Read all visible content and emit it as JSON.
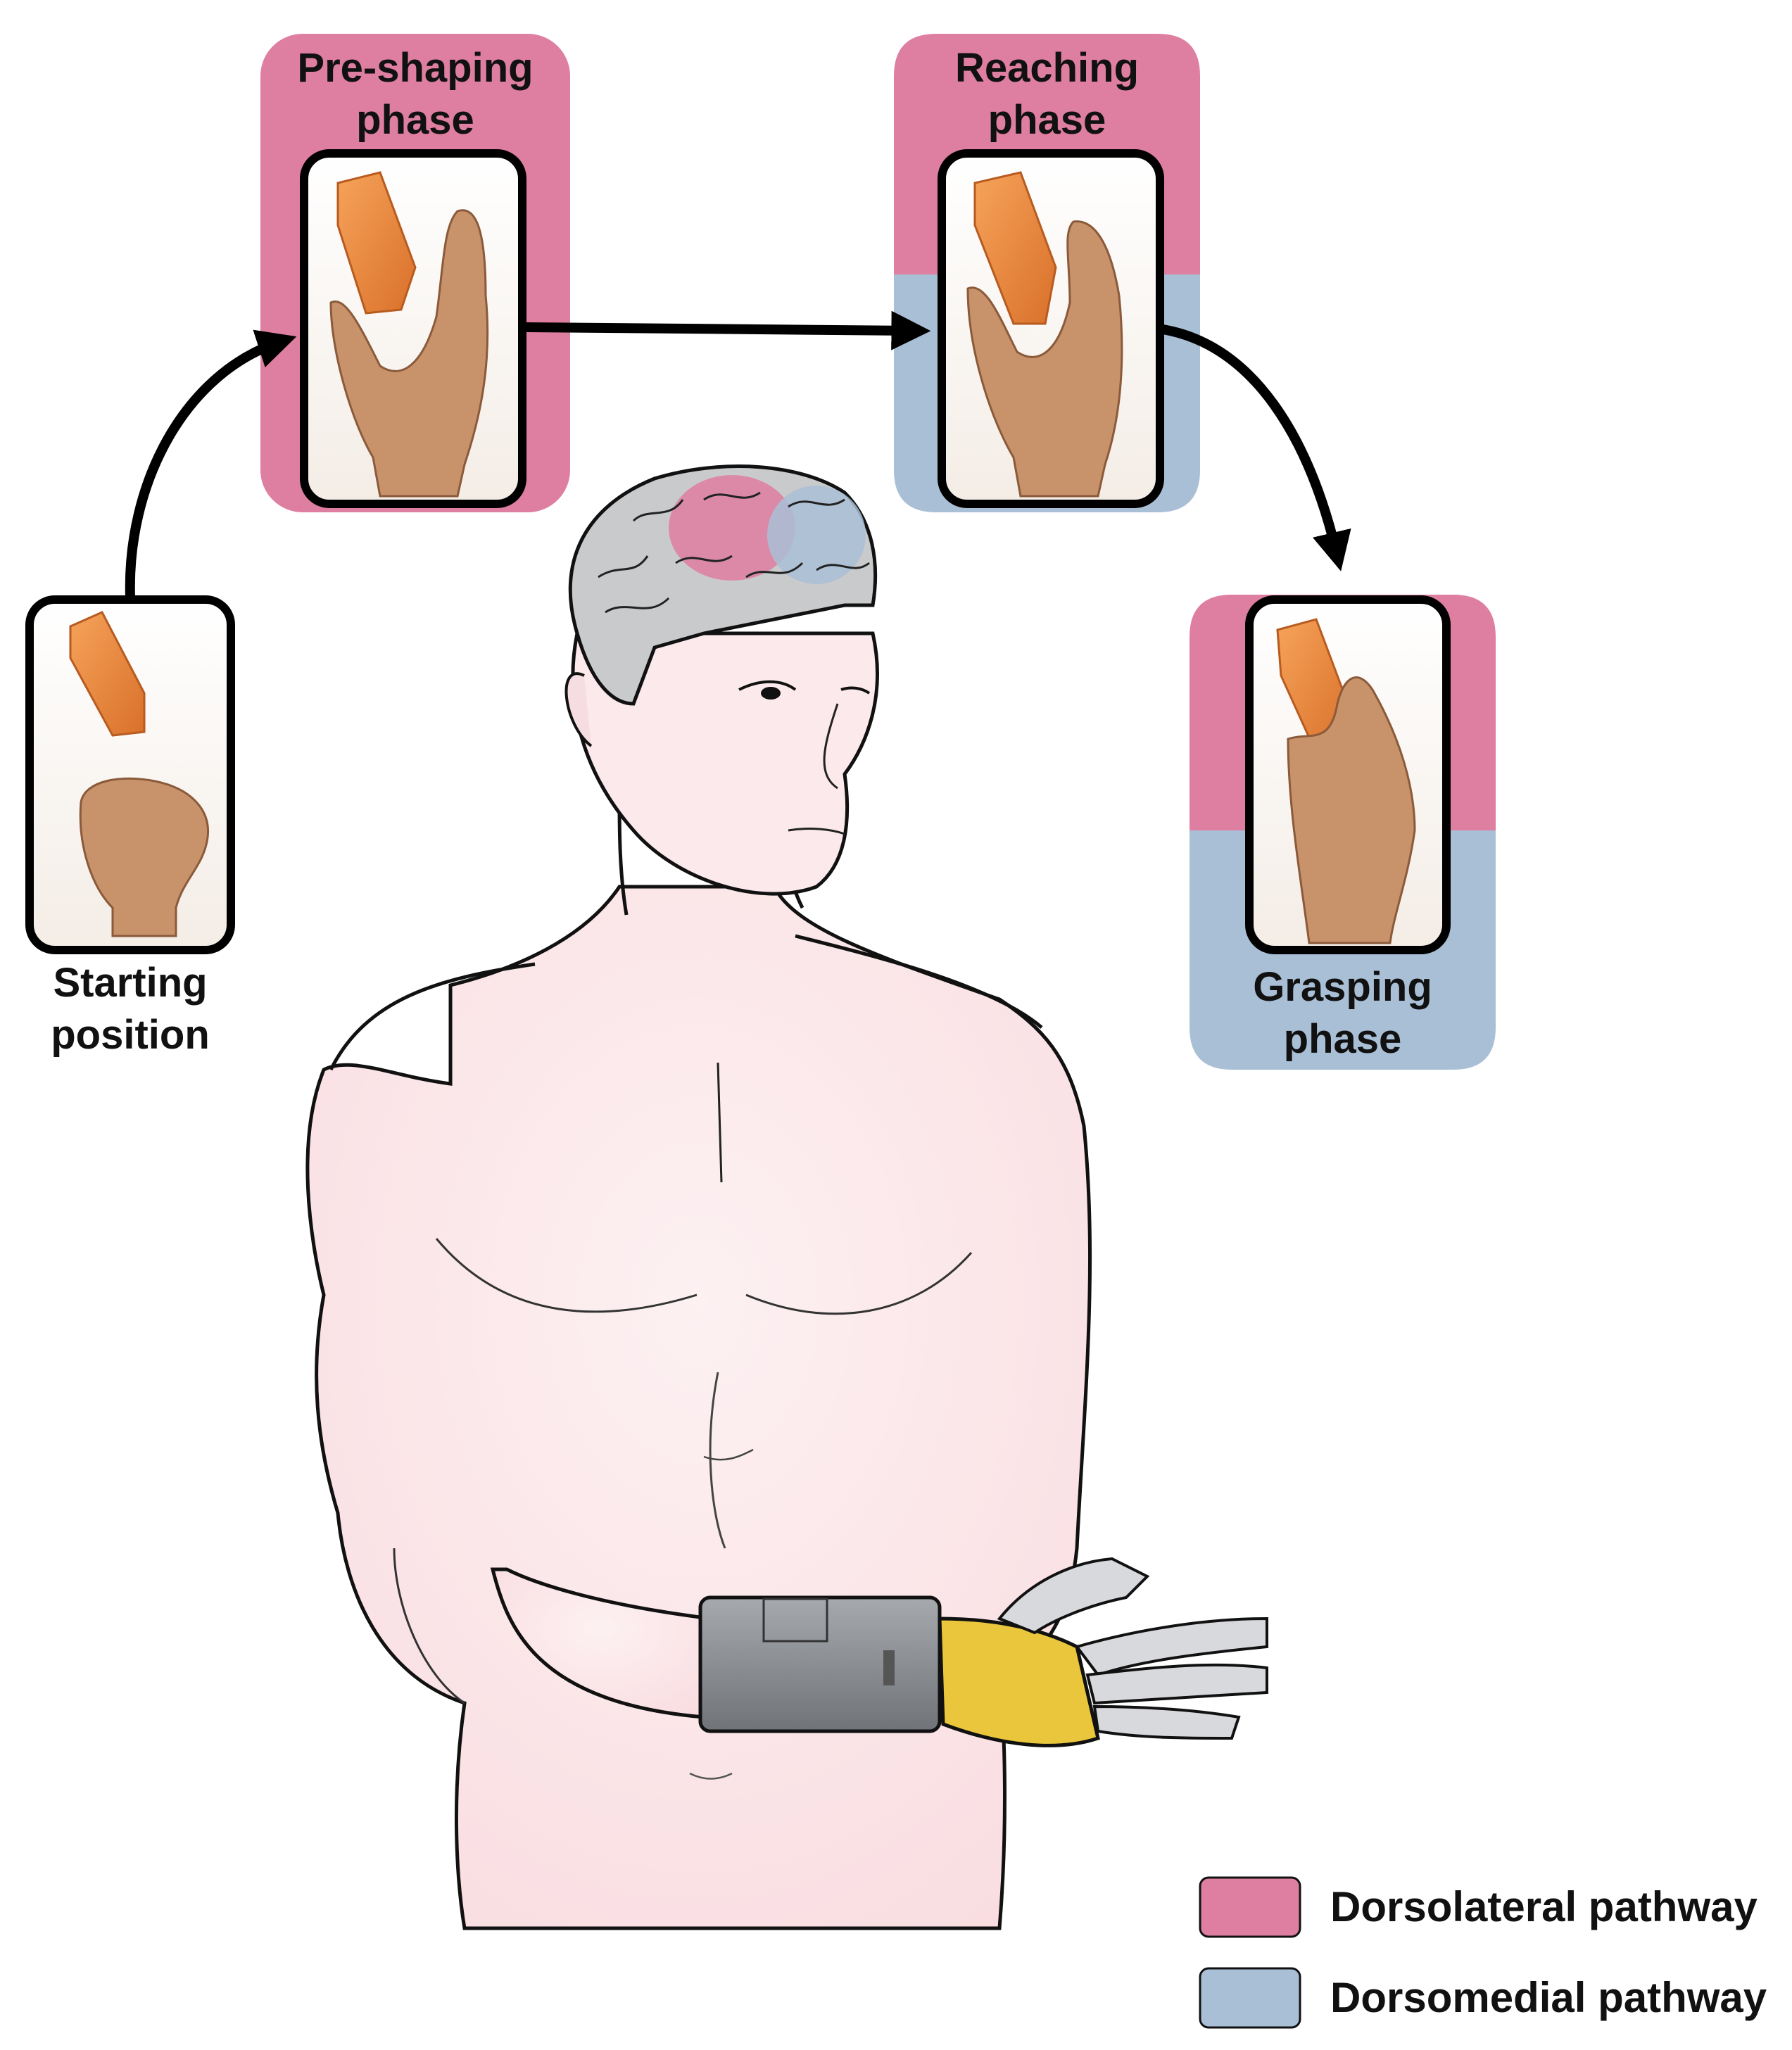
{
  "phases": {
    "start": {
      "line1": "Starting",
      "line2": "position"
    },
    "preshaping": {
      "line1": "Pre-shaping",
      "line2": "phase"
    },
    "reaching": {
      "line1": "Reaching",
      "line2": "phase"
    },
    "grasping": {
      "line1": "Grasping",
      "line2": "phase"
    }
  },
  "legend": [
    {
      "label": "Dorsolateral pathway",
      "color": "#de7ea0"
    },
    {
      "label": "Dorsomedial pathway",
      "color": "#a9bfd6"
    }
  ],
  "colors": {
    "dorsolateral": "#de7ea0",
    "dorsomedial": "#a9bfd6",
    "skin": "#fbe3e6",
    "block": "#ef8a3c",
    "prosthetic_socket": "#8f9297",
    "prosthetic_palm": "#e9c63b",
    "prosthetic_fingers": "#d7d9dc"
  },
  "icons": [
    "brain-icon",
    "human-torso-icon",
    "prosthetic-hand-icon",
    "hand-photo-icon",
    "arrow-icon"
  ]
}
